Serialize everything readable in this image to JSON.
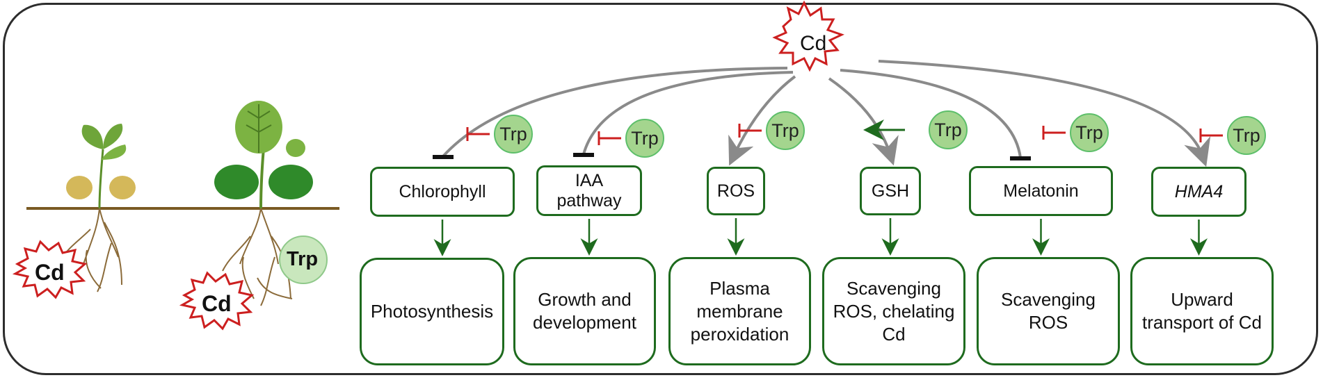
{
  "stressor": "Cd",
  "treatment": "Trp",
  "illustration": {
    "cd_label_left": "Cd",
    "cd_label_right": "Cd",
    "trp_label": "Trp"
  },
  "pathways": [
    {
      "target": "Chlorophyll",
      "outcome": "Photosynthesis",
      "cd_effect": "inhibit",
      "trp_effect": "inhibit",
      "italic": false
    },
    {
      "target": "IAA pathway",
      "outcome": "Growth and development",
      "cd_effect": "inhibit",
      "trp_effect": "inhibit",
      "italic": false
    },
    {
      "target": "ROS",
      "outcome": "Plasma membrane peroxidation",
      "cd_effect": "promote",
      "trp_effect": "inhibit",
      "italic": false
    },
    {
      "target": "GSH",
      "outcome": "Scavenging ROS, chelating Cd",
      "cd_effect": "promote",
      "trp_effect": "promote",
      "italic": false
    },
    {
      "target": "Melatonin",
      "outcome": "Scavenging ROS",
      "cd_effect": "inhibit",
      "trp_effect": "inhibit",
      "italic": false
    },
    {
      "target": "HMA4",
      "outcome": "Upward transport of Cd",
      "cd_effect": "promote",
      "trp_effect": "inhibit",
      "italic": true
    }
  ],
  "colors": {
    "frame": "#2d2d2d",
    "box_border": "#1e6b1e",
    "arrow_grey": "#8a8a8a",
    "arrow_green": "#1e6b1e",
    "inhibit_red": "#cc1f1f",
    "trp_fill": "#a4d58e",
    "starburst_stroke": "#cc1f1f",
    "soil_line": "#7a5a23",
    "leaf_green": "#5b8f2a",
    "leaf_yellow": "#d4b85a"
  }
}
